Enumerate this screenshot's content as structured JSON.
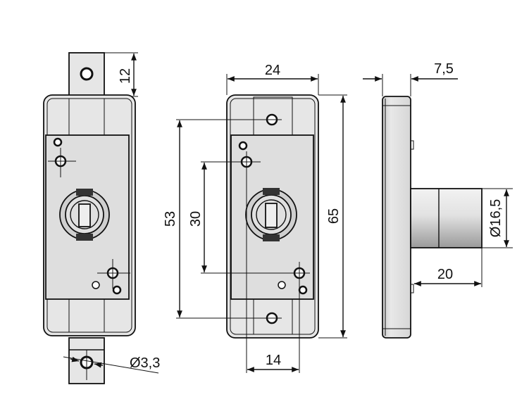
{
  "drawing": {
    "views": [
      "front-left",
      "front-center",
      "side"
    ],
    "dimensions": {
      "tab_height": "12",
      "hole_diameter": "Ø3,3",
      "width": "24",
      "hole_spacing_outer": "53",
      "hole_spacing_inner": "30",
      "height": "65",
      "inner_hole_horizontal": "14",
      "depth": "7,5",
      "cylinder_diameter": "Ø16,5",
      "cylinder_length": "20"
    },
    "colors": {
      "line": "#111111",
      "fill": "#e6e6e6",
      "plate": "#dcdcdc"
    }
  }
}
